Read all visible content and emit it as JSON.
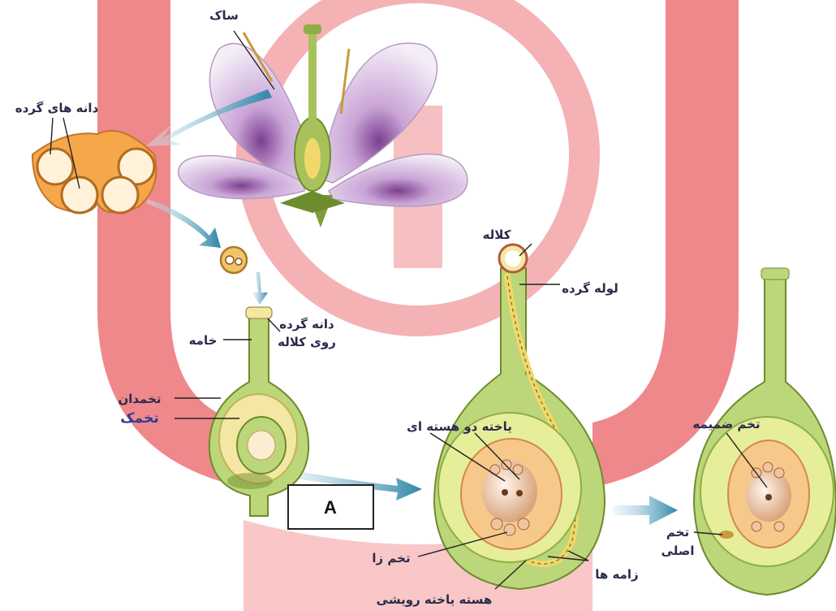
{
  "labels": {
    "anther": "ساک",
    "pollen_grains": "دانه های گرده",
    "stigma": "کلاله",
    "pollen_tube": "لوله گرده",
    "pollen_on_stigma_line1": "دانه گرده",
    "pollen_on_stigma_line2": "روی کلاله",
    "style": "خامه",
    "ovary": "تخمدان",
    "ovule": "تخمک",
    "central_cell": "یاخته دو هسته ای",
    "endosperm_egg": "تخم ضمیمه",
    "main_egg_line1": "تخم",
    "main_egg_line2": "اصلی",
    "egg_cell": "تخم زا",
    "sperms": "زامه ها",
    "vegetative_nucleus": "هسته یاخته رویشی",
    "box_A": "A"
  },
  "colors": {
    "watermark": "#e9464b",
    "arrow": "#2e86a6",
    "ovary_green": "#bcd67a",
    "inner_yellow": "#f4e7a3",
    "anther_orange": "#f5a74a",
    "petal": "#eadcf0"
  }
}
